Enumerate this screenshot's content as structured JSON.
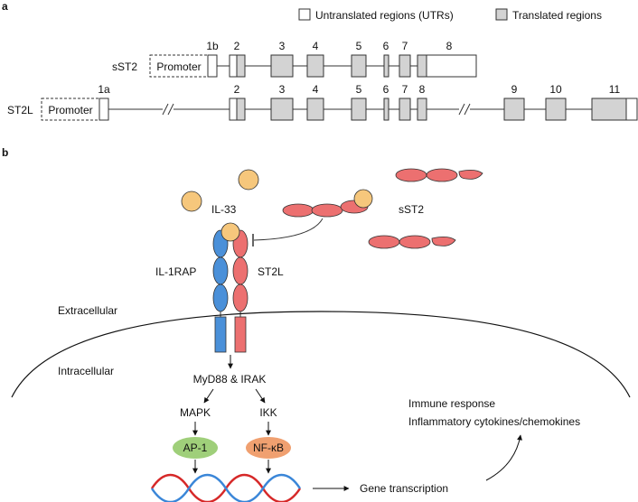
{
  "panel_a": {
    "label": "a",
    "legend": {
      "utr_label": "Untranslated regions (UTRs)",
      "translated_label": "Translated regions"
    },
    "sst2": {
      "name": "sST2",
      "promoter": "Promoter",
      "exons": [
        "1b",
        "2",
        "3",
        "4",
        "5",
        "6",
        "7",
        "8"
      ]
    },
    "st2l": {
      "name": "ST2L",
      "promoter": "Promoter",
      "exons": [
        "1a",
        "2",
        "3",
        "4",
        "5",
        "6",
        "7",
        "8",
        "9",
        "10",
        "11"
      ]
    }
  },
  "panel_b": {
    "label": "b",
    "il33": "IL-33",
    "sst2": "sST2",
    "il1rap": "IL-1RAP",
    "st2l": "ST2L",
    "extracellular": "Extracellular",
    "intracellular": "Intracellular",
    "myd88": "MyD88 & IRAK",
    "mapk": "MAPK",
    "ikk": "IKK",
    "ap1": "AP-1",
    "nfkb": "NF-κB",
    "gene_transcription": "Gene transcription",
    "immune_response": "Immune response",
    "cytokines": "Inflammatory cytokines/chemokines"
  },
  "colors": {
    "utr": "#ffffff",
    "translated": "#d3d3d3",
    "il33": "#f6c77c",
    "il1rap": "#4a90d9",
    "st2": "#ec7070",
    "ap1": "#9fcf7a",
    "nfkb": "#f0a070",
    "dna_red": "#d62828",
    "dna_blue": "#3a86d8"
  }
}
